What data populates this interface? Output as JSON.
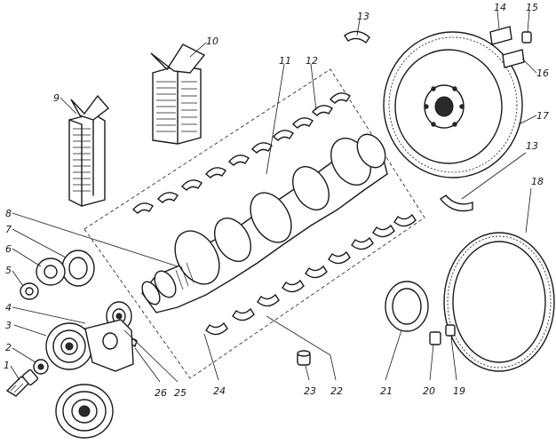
{
  "diagram": {
    "callouts": [
      {
        "id": "c1",
        "text": "1"
      },
      {
        "id": "c2",
        "text": "2"
      },
      {
        "id": "c3",
        "text": "3"
      },
      {
        "id": "c4",
        "text": "4"
      },
      {
        "id": "c5",
        "text": "5"
      },
      {
        "id": "c6",
        "text": "6"
      },
      {
        "id": "c7",
        "text": "7"
      },
      {
        "id": "c8",
        "text": "8"
      },
      {
        "id": "c9",
        "text": "9"
      },
      {
        "id": "c10",
        "text": "10"
      },
      {
        "id": "c11",
        "text": "11"
      },
      {
        "id": "c12",
        "text": "12"
      },
      {
        "id": "c13a",
        "text": "13"
      },
      {
        "id": "c13b",
        "text": "13"
      },
      {
        "id": "c14",
        "text": "14"
      },
      {
        "id": "c15",
        "text": "15"
      },
      {
        "id": "c16",
        "text": "16"
      },
      {
        "id": "c17",
        "text": "17"
      },
      {
        "id": "c18",
        "text": "18"
      },
      {
        "id": "c19",
        "text": "19"
      },
      {
        "id": "c20",
        "text": "20"
      },
      {
        "id": "c21",
        "text": "21"
      },
      {
        "id": "c22",
        "text": "22"
      },
      {
        "id": "c23",
        "text": "23"
      },
      {
        "id": "c24",
        "text": "24"
      },
      {
        "id": "c25",
        "text": "25"
      },
      {
        "id": "c26",
        "text": "26"
      }
    ],
    "colors": {
      "ink": "#1a1a1a",
      "paper": "#ffffff"
    }
  }
}
